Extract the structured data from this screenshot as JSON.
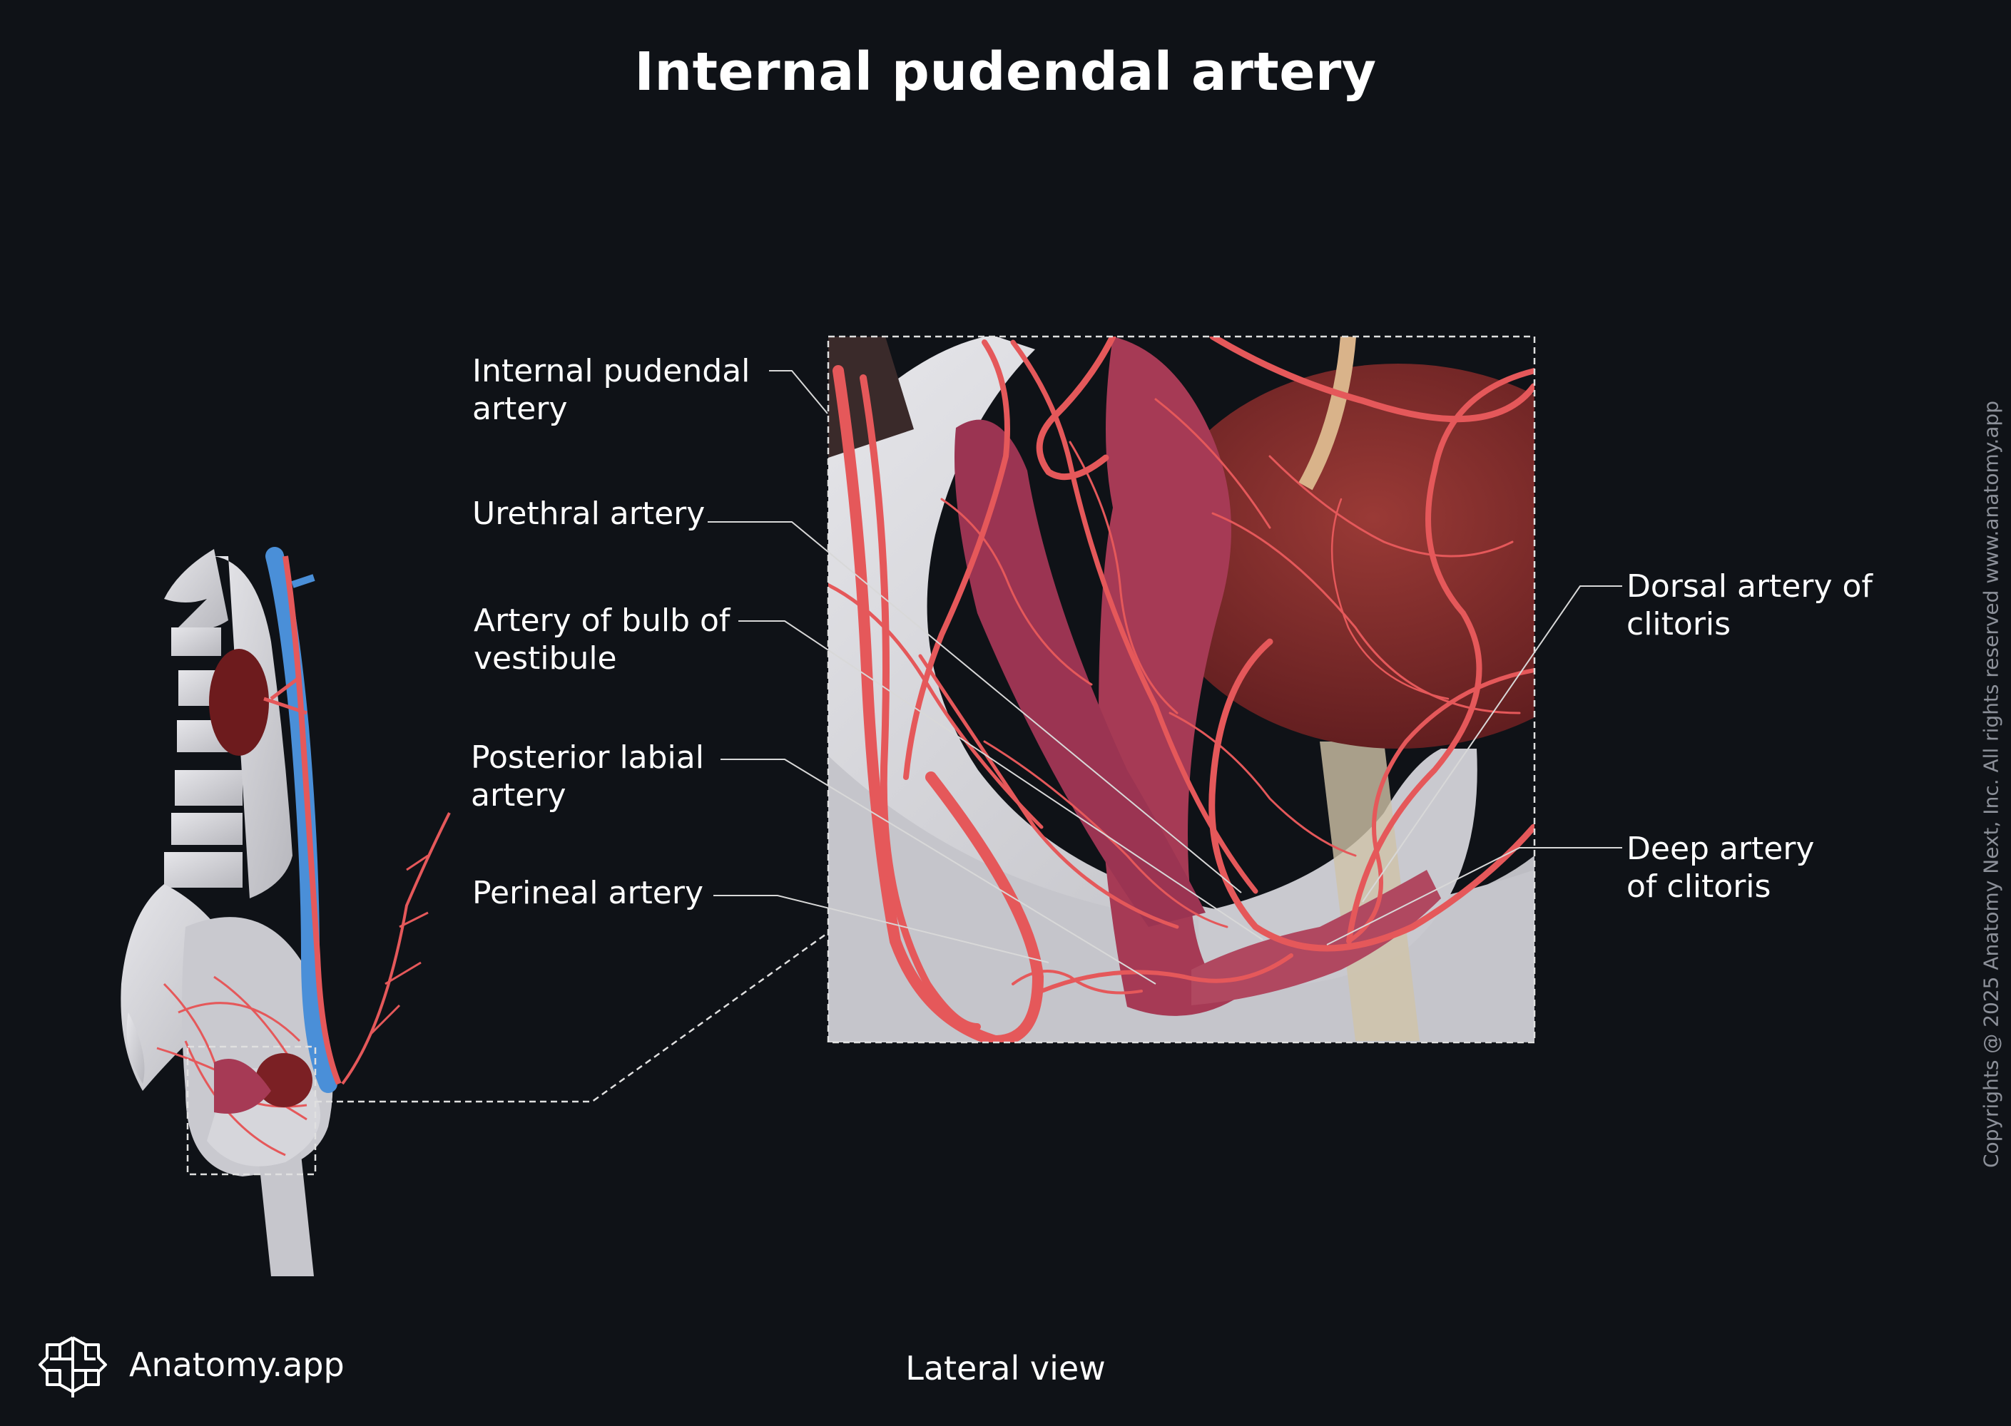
{
  "title": "Internal pudendal artery",
  "view": "Lateral view",
  "brand": {
    "logo_icon": "brain-logo-icon",
    "name": "Anatomy.app"
  },
  "copyright": "Copyrights @ 2025 Anatomy Next, Inc. All rights reserved www.anatomy.app",
  "labels": {
    "internal_pudendal": [
      "Internal pudendal",
      "artery"
    ],
    "urethral": [
      "Urethral artery"
    ],
    "bulb_vestibule": [
      "Artery of bulb of",
      "vestibule"
    ],
    "posterior_labial": [
      "Posterior labial",
      "artery"
    ],
    "perineal": [
      "Perineal artery"
    ],
    "dorsal_clitoris": [
      "Dorsal artery of",
      "clitoris"
    ],
    "deep_clitoris": [
      "Deep artery",
      "of clitoris"
    ]
  },
  "colors": {
    "background": "#0f1217",
    "artery": "#e5585a",
    "vein": "#4a8fd8",
    "bone": "#d9d9dd",
    "organ": "#8e2a2e",
    "erectile": "#a63a55"
  }
}
